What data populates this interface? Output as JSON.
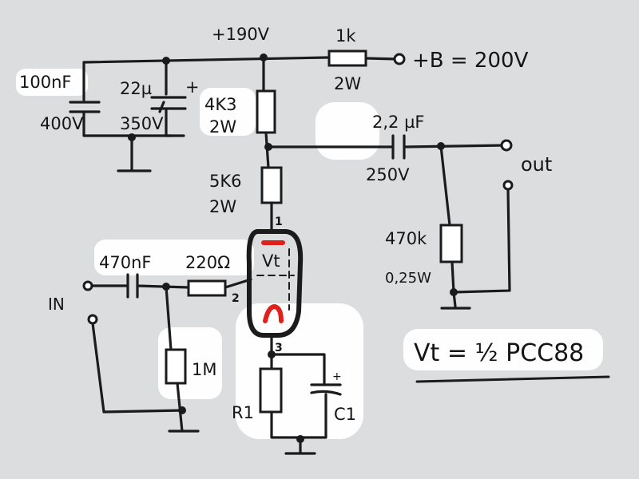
{
  "supply": {
    "b_plus": "+B = 200V",
    "node_voltage": "+190V"
  },
  "components": {
    "r_supply": {
      "value": "1k",
      "rating": "2W"
    },
    "c_filter1": {
      "value": "100nF",
      "rating": "400V"
    },
    "c_filter2": {
      "value": "22µ",
      "rating": "350V"
    },
    "r_load_top": {
      "value": "4K3",
      "rating": "2W"
    },
    "r_load_bottom": {
      "value": "5K6",
      "rating": "2W"
    },
    "c_out": {
      "value": "2,2 µF",
      "rating": "250V"
    },
    "r_out": {
      "value": "470k",
      "rating": "0,25W"
    },
    "c_in": {
      "value": "470nF"
    },
    "r_grid_stop": {
      "value": "220Ω"
    },
    "r_grid_leak": {
      "value": "1M"
    },
    "r_cathode": {
      "value": "R1"
    },
    "c_cathode": {
      "value": "C1"
    },
    "tube": {
      "value": "Vt"
    }
  },
  "pins": {
    "anode": "1",
    "grid": "2",
    "cathode": "3"
  },
  "ports": {
    "input": "IN",
    "output": "out"
  },
  "note": "Vt = ½ PCC88",
  "colors": {
    "wire": "#1b1b1b",
    "heater_mark": "#e0201a",
    "background": "#d9dadc"
  }
}
